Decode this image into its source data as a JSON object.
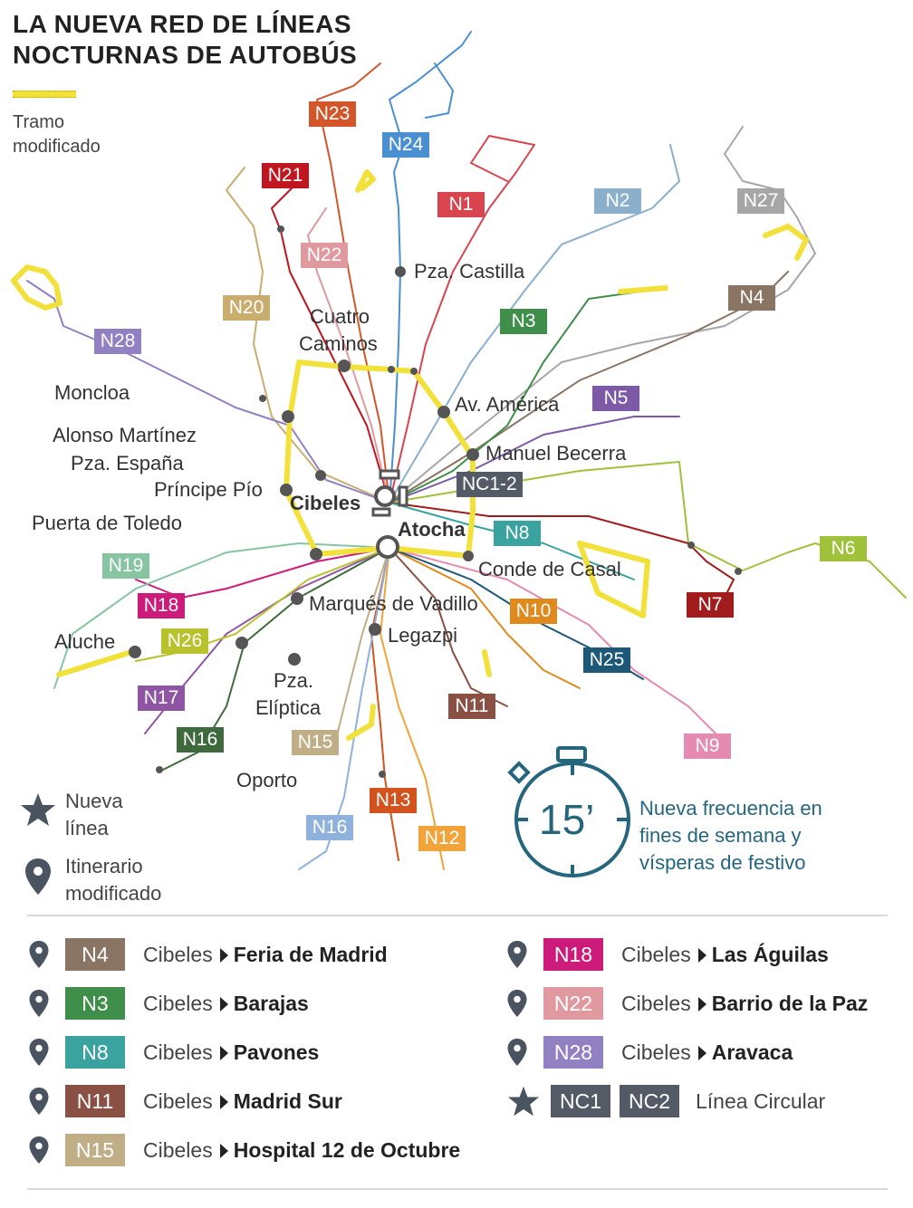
{
  "title": {
    "line1": "LA NUEVA RED DE LÍNEAS",
    "line2": "NOCTURNAS DE AUTOBÚS"
  },
  "modified_section_legend": {
    "line1": "Tramo",
    "line2": "modificado",
    "color": "#f2e13a"
  },
  "line_badges": [
    {
      "code": "N23",
      "color": "#d2562a"
    },
    {
      "code": "N24",
      "color": "#4a90d0"
    },
    {
      "code": "N21",
      "color": "#c0161f"
    },
    {
      "code": "N1",
      "color": "#d9454f"
    },
    {
      "code": "N2",
      "color": "#8ab0cc"
    },
    {
      "code": "N27",
      "color": "#a6a6a6"
    },
    {
      "code": "N22",
      "color": "#e09a9f"
    },
    {
      "code": "N20",
      "color": "#c9ad6e"
    },
    {
      "code": "N4",
      "color": "#8a7464"
    },
    {
      "code": "N3",
      "color": "#3f8f4a"
    },
    {
      "code": "N28",
      "color": "#9180c2"
    },
    {
      "code": "N5",
      "color": "#7d5aa6"
    },
    {
      "code": "NC1-2",
      "color": "#545b66"
    },
    {
      "code": "N8",
      "color": "#3aa3a0"
    },
    {
      "code": "N6",
      "color": "#9fc23a"
    },
    {
      "code": "N19",
      "color": "#86c4a2"
    },
    {
      "code": "N7",
      "color": "#a11d1d"
    },
    {
      "code": "N18",
      "color": "#cc1b7a"
    },
    {
      "code": "N10",
      "color": "#e08a1e"
    },
    {
      "code": "N26",
      "color": "#b8c22c"
    },
    {
      "code": "N25",
      "color": "#1d5878"
    },
    {
      "code": "N17",
      "color": "#8f55a4"
    },
    {
      "code": "N11",
      "color": "#8b5044"
    },
    {
      "code": "N16",
      "color": "#3f6a3d"
    },
    {
      "code": "N15",
      "color": "#bfae86"
    },
    {
      "code": "N9",
      "color": "#e58ab0"
    },
    {
      "code": "N13",
      "color": "#d2531d"
    },
    {
      "code": "N16",
      "color": "#8fb2dd"
    },
    {
      "code": "N12",
      "color": "#f0a43a"
    }
  ],
  "places": {
    "pza_castilla": "Pza. Castilla",
    "cuatro_caminos_1": "Cuatro",
    "cuatro_caminos_2": "Caminos",
    "moncloa": "Moncloa",
    "av_america": "Av. América",
    "alonso_martinez": "Alonso Martínez",
    "manuel_becerra": "Manuel Becerra",
    "pza_espana": "Pza. España",
    "principe_pio": "Príncipe Pío",
    "cibeles": "Cibeles",
    "atocha": "Atocha",
    "puerta_toledo": "Puerta de Toledo",
    "conde_casal": "Conde de Casal",
    "marques_vadillo": "Marqués de Vadillo",
    "legazpi": "Legazpi",
    "aluche": "Aluche",
    "pza_eliptica_1": "Pza.",
    "pza_eliptica_2": "Elíptica",
    "oporto": "Oporto"
  },
  "frequency": {
    "minutes_label": "15’",
    "line1": "Nueva frecuencia en",
    "line2": "fines de semana y",
    "line3": "vísperas de festivo",
    "color": "#25667e"
  },
  "symbol_legend": {
    "new_line_1": "Nueva",
    "new_line_2": "línea",
    "modified_route_1": "Itinerario",
    "modified_route_2": "modificado",
    "star_icon": "star-icon",
    "pin_icon": "location-pin-icon"
  },
  "route_table": {
    "left": [
      {
        "code": "N4",
        "color": "#8a7464",
        "from": "Cibeles",
        "to": "Feria de Madrid",
        "icon": "location-pin-icon"
      },
      {
        "code": "N3",
        "color": "#3f8f4a",
        "from": "Cibeles",
        "to": "Barajas",
        "icon": "location-pin-icon"
      },
      {
        "code": "N8",
        "color": "#3aa3a0",
        "from": "Cibeles",
        "to": "Pavones",
        "icon": "location-pin-icon"
      },
      {
        "code": "N11",
        "color": "#8b5044",
        "from": "Cibeles",
        "to": "Madrid Sur",
        "icon": "location-pin-icon"
      },
      {
        "code": "N15",
        "color": "#bfae86",
        "from": "Cibeles",
        "to": "Hospital 12 de Octubre",
        "icon": "location-pin-icon"
      }
    ],
    "right": [
      {
        "code": "N18",
        "color": "#cc1b7a",
        "from": "Cibeles",
        "to": "Las Águilas",
        "icon": "location-pin-icon"
      },
      {
        "code": "N22",
        "color": "#e09a9f",
        "from": "Cibeles",
        "to": "Barrio de la Paz",
        "icon": "location-pin-icon"
      },
      {
        "code": "N28",
        "color": "#9180c2",
        "from": "Cibeles",
        "to": "Aravaca",
        "icon": "location-pin-icon"
      }
    ],
    "circular": {
      "code1": "NC1",
      "code2": "NC2",
      "color": "#545b66",
      "label": "Línea Circular",
      "icon": "star-icon"
    }
  }
}
